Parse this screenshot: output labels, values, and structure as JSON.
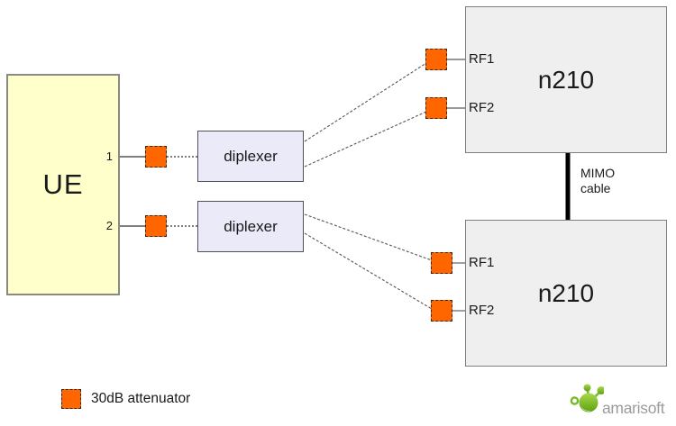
{
  "ue_box": {
    "label": "UE",
    "port1_label": "1",
    "port2_label": "2",
    "fill_color": "#ffffcc"
  },
  "diplexers": [
    {
      "label": "diplexer"
    },
    {
      "label": "diplexer"
    }
  ],
  "sdr_top": {
    "label": "n210",
    "rf1_label": "RF1",
    "rf2_label": "RF2",
    "fill_color": "#efefef"
  },
  "sdr_bottom": {
    "label": "n210",
    "rf1_label": "RF1",
    "rf2_label": "RF2",
    "fill_color": "#efefef"
  },
  "mimo_cable": {
    "label": "MIMO cable"
  },
  "legend": {
    "attenuator_label": "30dB attenuator",
    "attenuator_color": "#ff6600"
  },
  "branding": {
    "logo_text": "amarisoft",
    "logo_green": "#76b82a",
    "logo_text_color": "#9b9b9b"
  }
}
